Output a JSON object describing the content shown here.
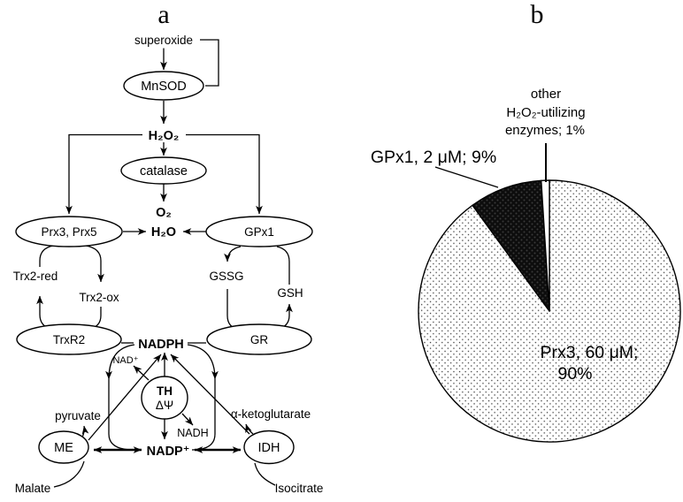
{
  "figure": {
    "background": "#ffffff",
    "ink": "#000000"
  },
  "panel_a": {
    "title": "a",
    "nodes": {
      "superoxide": "superoxide",
      "mnsod": "MnSOD",
      "h2o2": "H₂O₂",
      "catalase": "catalase",
      "o2": "O₂",
      "h2o": "H₂O",
      "prx3_prx5": "Prx3, Prx5",
      "gpx1": "GPx1",
      "trx2_red": "Trx2-red",
      "trx2_ox": "Trx2-ox",
      "gssg": "GSSG",
      "gsh": "GSH",
      "trxr2": "TrxR2",
      "gr": "GR",
      "nadph": "NADPH",
      "nad_plus": "NAD⁺",
      "th": "TH",
      "membrane_potential": "ΔΨ",
      "pyruvate": "pyruvate",
      "alpha_ketoglutarate": "α-ketoglutarate",
      "nadh": "NADH",
      "nadp_plus": "NADP⁺",
      "me": "ME",
      "idh": "IDH",
      "malate": "Malate",
      "isocitrate": "Isocitrate"
    }
  },
  "panel_b": {
    "title": "b",
    "callouts": {
      "other_line1": "other",
      "other_line2": "H₂O₂-utilizing",
      "other_line3": "enzymes; 1%",
      "gpx1": "GPx1, 2 μM; 9%"
    },
    "slice_label_line1": "Prx3, 60 μM;",
    "slice_label_line2": "90%"
  },
  "chart_data": {
    "type": "pie",
    "start_angle_deg": 0,
    "direction": "clockwise",
    "legend_position": "none",
    "slices": [
      {
        "label": "Prx3",
        "concentration": "60 μM",
        "percent": 90,
        "fill": "light-dotted"
      },
      {
        "label": "GPx1",
        "concentration": "2 μM",
        "percent": 9,
        "fill": "dark"
      },
      {
        "label": "other H₂O₂-utilizing enzymes",
        "concentration": "",
        "percent": 1,
        "fill": "white"
      }
    ],
    "colors": {
      "dark_slice_base": "#0d0d0d",
      "dotted_slice_base": "#ffffff",
      "outline": "#000000"
    }
  }
}
